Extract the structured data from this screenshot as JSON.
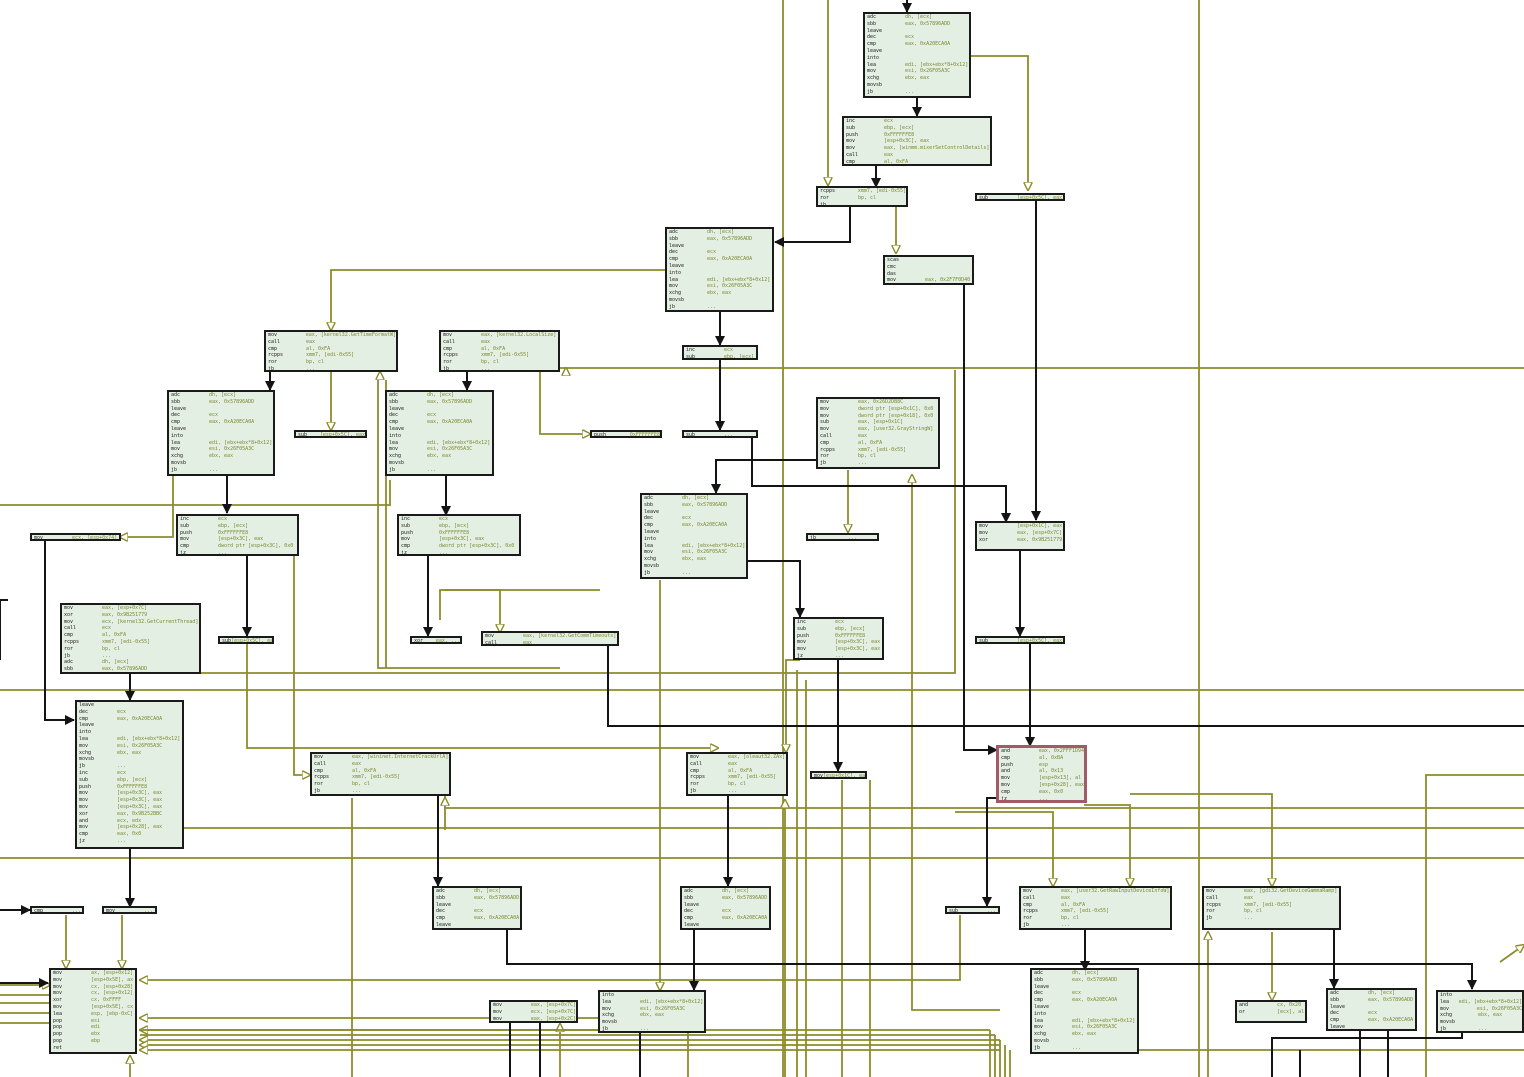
{
  "app": {
    "view": "graph-overview"
  },
  "colors": {
    "edge_flow": "#141414",
    "edge_branch": "#8c8c2a",
    "block_bg": "#e3efe3",
    "block_border": "#1a1a1a",
    "selected_border": "#a05a68",
    "mnemonic": "#1a1a1a",
    "operand": "#7a8a30"
  },
  "blocks": [
    {
      "id": "b01",
      "lines": [
        [
          "adc",
          "dh, [ecx]"
        ],
        [
          "sbb",
          "eax, 0x57896ADD"
        ],
        [
          "leave",
          ""
        ],
        [
          "dec",
          "ecx"
        ],
        [
          "cmp",
          "eax, 0xA20ECA0A"
        ],
        [
          "leave",
          ""
        ],
        [
          "into",
          ""
        ],
        [
          "lea",
          "edi, [ebx+ebx*8+0x12]"
        ],
        [
          "mov",
          "esi, 0x26F05A3C"
        ],
        [
          "xchg",
          "ebx, eax"
        ],
        [
          "movsb",
          ""
        ],
        [
          "jb",
          "..."
        ]
      ]
    },
    {
      "id": "b02",
      "lines": [
        [
          "inc",
          "ecx"
        ],
        [
          "sub",
          "ebp, [ecx]"
        ],
        [
          "push",
          "0xFFFFFFE8"
        ],
        [
          "mov",
          "[esp+0x3C], eax"
        ],
        [
          "mov",
          "eax, [winmm.mixerSetControlDetails]"
        ],
        [
          "call",
          "eax"
        ],
        [
          "cmp",
          "al, 0xFA"
        ]
      ]
    },
    {
      "id": "b03",
      "lines": [
        [
          "rcpps",
          "xmm7, [edi-0x55]"
        ],
        [
          "ror",
          "bp, cl"
        ],
        [
          "jb",
          "..."
        ]
      ]
    },
    {
      "id": "b04",
      "lines": [
        [
          "sub",
          "[esp+0x5C], eax"
        ]
      ]
    },
    {
      "id": "b05",
      "lines": [
        [
          "adc",
          "dh, [ecx]"
        ],
        [
          "sbb",
          "eax, 0x57896ADD"
        ],
        [
          "leave",
          ""
        ],
        [
          "dec",
          "ecx"
        ],
        [
          "cmp",
          "eax, 0xA20ECA0A"
        ],
        [
          "leave",
          ""
        ],
        [
          "into",
          ""
        ],
        [
          "lea",
          "edi, [ebx+ebx*8+0x12]"
        ],
        [
          "mov",
          "esi, 0x26F05A3C"
        ],
        [
          "xchg",
          "ebx, eax"
        ],
        [
          "movsb",
          ""
        ],
        [
          "jb",
          "..."
        ]
      ]
    },
    {
      "id": "b06",
      "lines": [
        [
          "scas",
          ""
        ],
        [
          "cmc",
          ""
        ],
        [
          "das",
          ""
        ],
        [
          "mov",
          "eax, 0x2F7F0D40"
        ]
      ]
    },
    {
      "id": "b07",
      "lines": [
        [
          "mov",
          "eax, [kernel32.GetTimeFormatW]"
        ],
        [
          "call",
          "eax"
        ],
        [
          "cmp",
          "al, 0xFA"
        ],
        [
          "rcpps",
          "xmm7, [edi-0x55]"
        ],
        [
          "ror",
          "bp, cl"
        ],
        [
          "jb",
          "..."
        ]
      ]
    },
    {
      "id": "b08",
      "lines": [
        [
          "mov",
          "eax, [kernel32.LocalSize]"
        ],
        [
          "call",
          "eax"
        ],
        [
          "cmp",
          "al, 0xFA"
        ],
        [
          "rcpps",
          "xmm7, [edi-0x55]"
        ],
        [
          "ror",
          "bp, cl"
        ],
        [
          "jb",
          "..."
        ]
      ]
    },
    {
      "id": "b09",
      "lines": [
        [
          "inc",
          "ecx"
        ],
        [
          "sub",
          "ebp, [ecx]"
        ]
      ]
    },
    {
      "id": "b10",
      "lines": [
        [
          "adc",
          "dh, [ecx]"
        ],
        [
          "sbb",
          "eax, 0x57896ADD"
        ],
        [
          "leave",
          ""
        ],
        [
          "dec",
          "ecx"
        ],
        [
          "cmp",
          "eax, 0xA20ECA0A"
        ],
        [
          "leave",
          ""
        ],
        [
          "into",
          ""
        ],
        [
          "lea",
          "edi, [ebx+ebx*8+0x12]"
        ],
        [
          "mov",
          "esi, 0x26F05A3C"
        ],
        [
          "xchg",
          "ebx, eax"
        ],
        [
          "movsb",
          ""
        ],
        [
          "jb",
          "..."
        ]
      ]
    },
    {
      "id": "b11",
      "lines": [
        [
          "adc",
          "dh, [ecx]"
        ],
        [
          "sbb",
          "eax, 0x57896ADD"
        ],
        [
          "leave",
          ""
        ],
        [
          "dec",
          "ecx"
        ],
        [
          "cmp",
          "eax, 0xA20ECA0A"
        ],
        [
          "leave",
          ""
        ],
        [
          "into",
          ""
        ],
        [
          "lea",
          "edi, [ebx+ebx*8+0x12]"
        ],
        [
          "mov",
          "esi, 0x26F05A3C"
        ],
        [
          "xchg",
          "ebx, eax"
        ],
        [
          "movsb",
          ""
        ],
        [
          "jb",
          "..."
        ]
      ]
    },
    {
      "id": "b12",
      "lines": [
        [
          "mov",
          "eax, 0x26D2DB8C"
        ],
        [
          "mov",
          "dword ptr [esp+0x1C], 0x0"
        ],
        [
          "mov",
          "dword ptr [esp+0x18], 0x0"
        ],
        [
          "sub",
          "eax, [esp+0x1C]"
        ],
        [
          "mov",
          "eax, [user32.GrayStringW]"
        ],
        [
          "call",
          "eax"
        ],
        [
          "cmp",
          "al, 0xFA"
        ],
        [
          "rcpps",
          "xmm7, [edi-0x55]"
        ],
        [
          "ror",
          "bp, cl"
        ],
        [
          "jb",
          "..."
        ]
      ]
    },
    {
      "id": "b13",
      "lines": [
        [
          "sub",
          "[esp+0x5C], eax"
        ]
      ]
    },
    {
      "id": "b14",
      "lines": [
        [
          "push",
          "0xFFFFFFE8"
        ]
      ]
    },
    {
      "id": "b15",
      "lines": [
        [
          "mov",
          "[esp+0x1C], eax"
        ],
        [
          "mov",
          "eax, [esp+0x7C]"
        ],
        [
          "xor",
          "eax, 0x9B251779"
        ]
      ]
    },
    {
      "id": "b16",
      "lines": [
        [
          "adc",
          "dh, [ecx]"
        ],
        [
          "sbb",
          "eax, 0x57896ADD"
        ],
        [
          "leave",
          ""
        ],
        [
          "dec",
          "ecx"
        ],
        [
          "cmp",
          "eax, 0xA20ECA0A"
        ],
        [
          "leave",
          ""
        ],
        [
          "into",
          ""
        ],
        [
          "lea",
          "edi, [ebx+ebx*8+0x12]"
        ],
        [
          "mov",
          "esi, 0x26F05A3C"
        ],
        [
          "xchg",
          "ebx, eax"
        ],
        [
          "movsb",
          ""
        ],
        [
          "jb",
          "..."
        ]
      ]
    },
    {
      "id": "b17",
      "lines": [
        [
          "inc",
          "ecx"
        ],
        [
          "sub",
          "ebp, [ecx]"
        ],
        [
          "push",
          "0xFFFFFFE8"
        ],
        [
          "mov",
          "[esp+0x3C], eax"
        ],
        [
          "cmp",
          "dword ptr [esp+0x3C], 0x0"
        ],
        [
          "jz",
          "..."
        ]
      ]
    },
    {
      "id": "b18",
      "lines": [
        [
          "inc",
          "ecx"
        ],
        [
          "sub",
          "ebp, [ecx]"
        ],
        [
          "push",
          "0xFFFFFFE8"
        ],
        [
          "mov",
          "[esp+0x3C], eax"
        ],
        [
          "cmp",
          "dword ptr [esp+0x3C], 0x0"
        ],
        [
          "jz",
          "..."
        ]
      ]
    },
    {
      "id": "b19",
      "lines": [
        [
          "inc",
          "ecx"
        ],
        [
          "sub",
          "ebp, [ecx]"
        ],
        [
          "push",
          "0xFFFFFFE8"
        ],
        [
          "mov",
          "[esp+0x3C], eax"
        ],
        [
          "mov",
          "[esp+0x3C], eax"
        ],
        [
          "jz",
          "..."
        ]
      ]
    },
    {
      "id": "b20",
      "lines": [
        [
          "mov",
          "ecx, [esp+0x74]"
        ]
      ]
    },
    {
      "id": "b21",
      "lines": [
        [
          "mov",
          "eax, [esp+0x7C]"
        ],
        [
          "xor",
          "eax, 0x9B251779"
        ],
        [
          "mov",
          "ecx, [kernel32.GetCurrentThread]"
        ],
        [
          "call",
          "ecx"
        ],
        [
          "cmp",
          "al, 0xFA"
        ],
        [
          "rcpps",
          "xmm7, [edi-0x55]"
        ],
        [
          "ror",
          "bp, cl"
        ],
        [
          "jb",
          "..."
        ],
        [
          "adc",
          "dh, [ecx]"
        ],
        [
          "sbb",
          "eax, 0x57896ADD"
        ]
      ]
    },
    {
      "id": "b22",
      "lines": [
        [
          "sub",
          "[esp+0x5C], eax"
        ]
      ]
    },
    {
      "id": "b23",
      "lines": [
        [
          "xor",
          "eax, ..."
        ]
      ]
    },
    {
      "id": "b24",
      "lines": [
        [
          "mov",
          "eax, [kernel32.GetCommTimeouts]"
        ],
        [
          "call",
          "eax"
        ]
      ]
    },
    {
      "id": "b25",
      "lines": [
        [
          "sub",
          "[esp+0x5C], eax"
        ]
      ]
    },
    {
      "id": "b26",
      "lines": [
        [
          "mov",
          "[esp+0x1C], eax"
        ]
      ]
    },
    {
      "id": "b27",
      "lines": [
        [
          "leave",
          ""
        ],
        [
          "dec",
          "ecx"
        ],
        [
          "cmp",
          "eax, 0xA20ECA0A"
        ],
        [
          "leave",
          ""
        ],
        [
          "into",
          ""
        ],
        [
          "lea",
          "edi, [ebx+ebx*8+0x12]"
        ],
        [
          "mov",
          "esi, 0x26F05A3C"
        ],
        [
          "xchg",
          "ebx, eax"
        ],
        [
          "movsb",
          ""
        ],
        [
          "jb",
          "..."
        ],
        [
          "inc",
          "ecx"
        ],
        [
          "sub",
          "ebp, [ecx]"
        ],
        [
          "push",
          "0xFFFFFFE8"
        ],
        [
          "mov",
          "[esp+0x3C], eax"
        ],
        [
          "mov",
          "[esp+0x3C], eax"
        ],
        [
          "mov",
          "[esp+0x3C], eax"
        ],
        [
          "xor",
          "eax, 0x9B252BBC"
        ],
        [
          "and",
          "ecx, edx"
        ],
        [
          "mov",
          "[esp+0x28], eax"
        ],
        [
          "cmp",
          "eax, 0x0"
        ],
        [
          "jz",
          "..."
        ]
      ]
    },
    {
      "id": "b28",
      "lines": [
        [
          "mov",
          "eax, [wininet.InternetCrackUrlA]"
        ],
        [
          "call",
          "eax"
        ],
        [
          "cmp",
          "al, 0xFA"
        ],
        [
          "rcpps",
          "xmm7, [edi-0x55]"
        ],
        [
          "ror",
          "bp, cl"
        ],
        [
          "jb",
          "..."
        ]
      ]
    },
    {
      "id": "b29",
      "lines": [
        [
          "mov",
          "eax, [oleaut32.ZAx]"
        ],
        [
          "call",
          "eax"
        ],
        [
          "cmp",
          "al, 0xFA"
        ],
        [
          "rcpps",
          "xmm7, [edi-0x55]"
        ],
        [
          "ror",
          "bp, cl"
        ],
        [
          "jb",
          "..."
        ]
      ]
    },
    {
      "id": "b30",
      "lines": [
        [
          "sub",
          "[esp+0x5C], eax"
        ]
      ]
    },
    {
      "id": "b31",
      "lines": [
        [
          "and",
          "eax, 0x2FFF1D94"
        ],
        [
          "cmp",
          "al, 0xBA"
        ],
        [
          "push",
          "esp"
        ],
        [
          "and",
          "al, 0x13"
        ],
        [
          "mov",
          "[esp+0x13], al"
        ],
        [
          "mov",
          "[esp+0x28], eax"
        ],
        [
          "cmp",
          "eax, 0x0"
        ],
        [
          "jz",
          "..."
        ]
      ]
    },
    {
      "id": "b32",
      "lines": [
        [
          "cmp",
          "..."
        ]
      ]
    },
    {
      "id": "b33",
      "lines": [
        [
          "mov",
          "..."
        ]
      ]
    },
    {
      "id": "b34",
      "lines": [
        [
          "adc",
          "dh, [ecx]"
        ],
        [
          "sbb",
          "eax, 0x57896ADD"
        ],
        [
          "leave",
          ""
        ],
        [
          "dec",
          "ecx"
        ],
        [
          "cmp",
          "eax, 0xA20ECA0A"
        ],
        [
          "leave",
          ""
        ]
      ]
    },
    {
      "id": "b35",
      "lines": [
        [
          "adc",
          "dh, [ecx]"
        ],
        [
          "sbb",
          "eax, 0x57896ADD"
        ],
        [
          "leave",
          ""
        ],
        [
          "dec",
          "ecx"
        ],
        [
          "cmp",
          "eax, 0xA20ECA0A"
        ],
        [
          "leave",
          ""
        ]
      ]
    },
    {
      "id": "b36",
      "lines": [
        [
          "sub",
          "..."
        ]
      ]
    },
    {
      "id": "b37",
      "lines": [
        [
          "mov",
          "eax, [user32.GetRawInputDeviceInfoW]"
        ],
        [
          "call",
          "eax"
        ],
        [
          "cmp",
          "al, 0xFA"
        ],
        [
          "rcpps",
          "xmm7, [edi-0x55]"
        ],
        [
          "ror",
          "bp, cl"
        ],
        [
          "jb",
          "..."
        ]
      ]
    },
    {
      "id": "b38",
      "lines": [
        [
          "mov",
          "eax, [gdi32.GetDeviceGammaRamp]"
        ],
        [
          "call",
          "eax"
        ],
        [
          "rcpps",
          "xmm7, [edi-0x55]"
        ],
        [
          "ror",
          "bp, cl"
        ],
        [
          "jb",
          "..."
        ]
      ]
    },
    {
      "id": "b39",
      "lines": [
        [
          "mov",
          "ax, [esp+0x12]"
        ],
        [
          "mov",
          "[esp+0x5E], ax"
        ],
        [
          "mov",
          "cx, [esp+0x28]"
        ],
        [
          "mov",
          "cx, [esp+0x12]"
        ],
        [
          "xor",
          "cx, 0xFFFF"
        ],
        [
          "mov",
          "[esp+0x5E], cx"
        ],
        [
          "lea",
          "esp, [ebp-0xC]"
        ],
        [
          "pop",
          "esi"
        ],
        [
          "pop",
          "edi"
        ],
        [
          "pop",
          "ebx"
        ],
        [
          "pop",
          "ebp"
        ],
        [
          "ret",
          ""
        ]
      ]
    },
    {
      "id": "b40",
      "lines": [
        [
          "adc",
          "dh, [ecx]"
        ],
        [
          "sbb",
          "eax, 0x57896ADD"
        ],
        [
          "leave",
          ""
        ],
        [
          "dec",
          "ecx"
        ],
        [
          "cmp",
          "eax, 0xA20ECA0A"
        ],
        [
          "leave",
          ""
        ],
        [
          "into",
          ""
        ],
        [
          "lea",
          "edi, [ebx+ebx*8+0x12]"
        ],
        [
          "mov",
          "esi, 0x26F05A3C"
        ],
        [
          "xchg",
          "ebx, eax"
        ],
        [
          "movsb",
          ""
        ],
        [
          "jb",
          "..."
        ]
      ]
    },
    {
      "id": "b41",
      "lines": [
        [
          "and",
          "cx, 0x20"
        ],
        [
          "or",
          "[ecx], al"
        ]
      ]
    },
    {
      "id": "b42",
      "lines": [
        [
          "adc",
          "dh, [ecx]"
        ],
        [
          "sbb",
          "eax, 0x57896ADD"
        ],
        [
          "leave",
          ""
        ],
        [
          "dec",
          "ecx"
        ],
        [
          "cmp",
          "eax, 0xA20ECA0A"
        ],
        [
          "leave",
          ""
        ]
      ]
    },
    {
      "id": "b43",
      "lines": [
        [
          "mov",
          "eax, [esp+0x7C]"
        ],
        [
          "mov",
          "ecx, [esp+0x7C]"
        ],
        [
          "mov",
          "eax, [esp+0x2C]"
        ]
      ]
    },
    {
      "id": "b44",
      "lines": [
        [
          "into",
          ""
        ],
        [
          "lea",
          "edi, [ebx+ebx*8+0x12]"
        ],
        [
          "mov",
          "esi, 0x26F05A3C"
        ],
        [
          "xchg",
          "ebx, eax"
        ],
        [
          "movsb",
          ""
        ],
        [
          "jb",
          "..."
        ]
      ]
    },
    {
      "id": "b45",
      "lines": [
        [
          "into",
          ""
        ],
        [
          "lea",
          "edi, [ebx+ebx*8+0x12]"
        ],
        [
          "mov",
          "esi, 0x26F05A3C"
        ],
        [
          "xchg",
          "ebx, eax"
        ],
        [
          "movsb",
          ""
        ],
        [
          "jb",
          "..."
        ]
      ]
    },
    {
      "id": "b46",
      "lines": [
        [
          "sub",
          "..."
        ]
      ]
    },
    {
      "id": "b47",
      "lines": [
        [
          "jb",
          "..."
        ]
      ]
    }
  ]
}
